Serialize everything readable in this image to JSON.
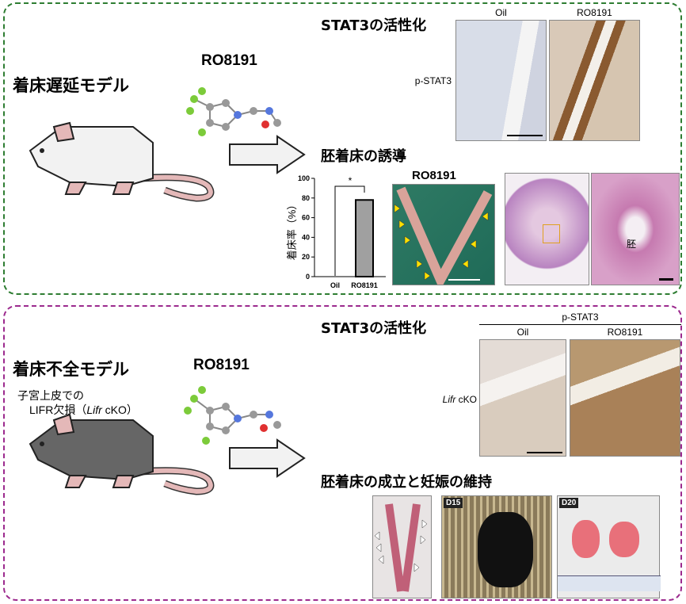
{
  "colors": {
    "top_border": "#2e7d32",
    "bottom_border": "#9c2a8e",
    "mouse_top": "#f2f2f2",
    "mouse_bottom": "#666666",
    "tail": "#e4b8b8",
    "arrow_fill": "#f2f2f2"
  },
  "top": {
    "model_title": "着床遅延モデル",
    "drug": "RO8191",
    "stat3_title": "STAT3の活性化",
    "col_oil": "Oil",
    "col_ro": "RO8191",
    "row_label": "p-STAT3",
    "induction_title": "胚着床の誘導",
    "uterus_label": "RO8191",
    "embryo_label": "胚"
  },
  "chart_data": {
    "type": "bar",
    "categories": [
      "Oil",
      "RO8191"
    ],
    "values": [
      0,
      78
    ],
    "ylabel": "着床率（%）",
    "ylim": [
      0,
      100
    ],
    "yticks": [
      "0",
      "20",
      "40",
      "60",
      "80",
      "100"
    ],
    "significance": "*"
  },
  "bottom": {
    "model_title": "着床不全モデル",
    "subtitle_line1": "子宮上皮での",
    "subtitle_line2_prefix": "LIFR欠損（",
    "subtitle_gene": "Lifr",
    "subtitle_line2_suffix": " cKO）",
    "drug": "RO8191",
    "stat3_title": "STAT3の活性化",
    "header": "p-STAT3",
    "col_oil": "Oil",
    "col_ro": "RO8191",
    "row_gene": "Lifr",
    "row_suffix": " cKO",
    "pregnancy_title": "胚着床の成立と妊娠の維持",
    "tag_d15": "D15",
    "tag_d20": "D20"
  }
}
